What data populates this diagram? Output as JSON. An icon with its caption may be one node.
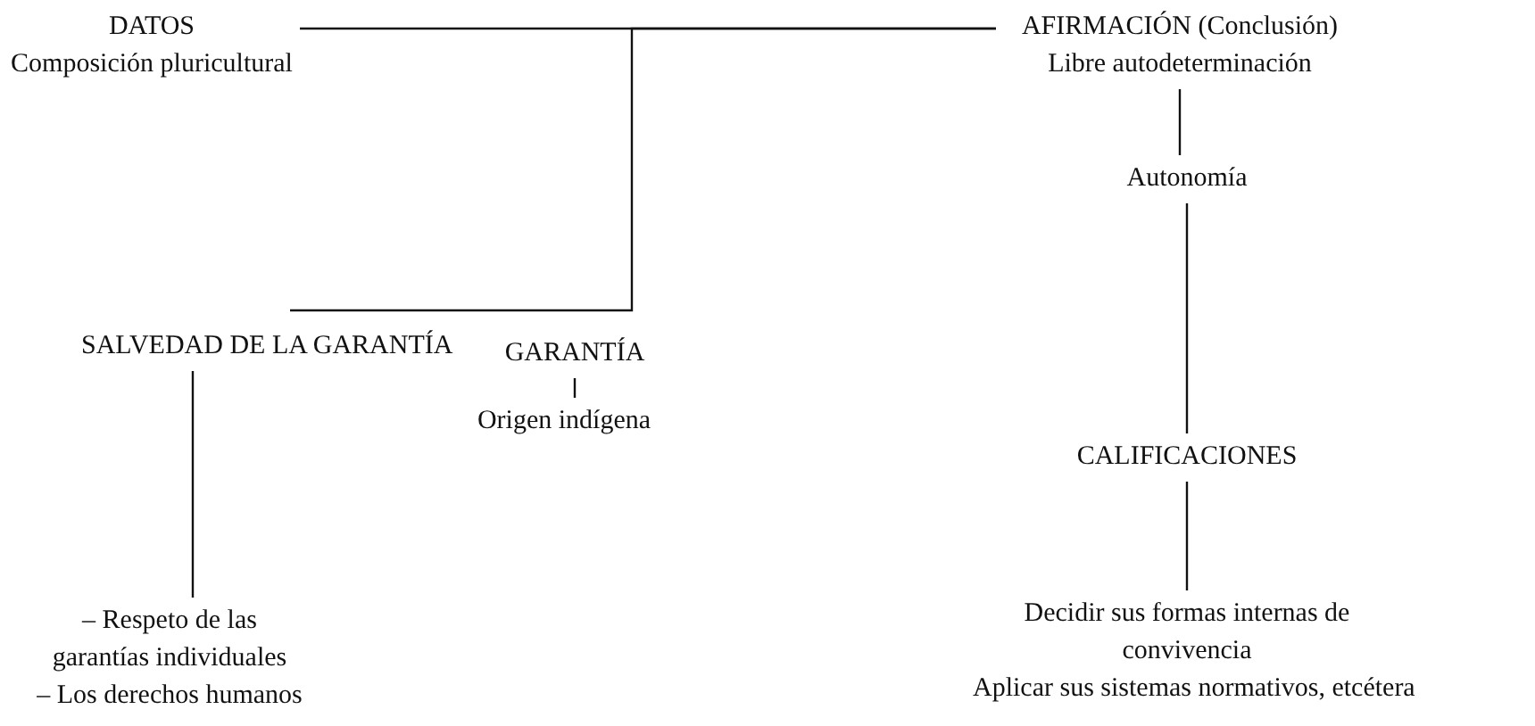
{
  "diagram": {
    "nodes": [
      {
        "text": [
          "DATOS",
          "Composición pluricultural"
        ]
      },
      {
        "text": [
          "AFIRMACIÓN (Conclusión)",
          "Libre autodeterminación"
        ]
      },
      {
        "text": [
          "Autonomía"
        ]
      },
      {
        "text": [
          "CALIFICACIONES"
        ]
      },
      {
        "text": [
          "Decidir sus formas internas de convivencia",
          "Aplicar sus sistemas normativos, etcétera"
        ]
      },
      {
        "text": [
          "SALVEDAD DE LA GARANTÍA"
        ]
      },
      {
        "text": [
          "– Respeto de las garantías individuales",
          "– Los derechos humanos"
        ]
      },
      {
        "text": [
          "GARANTÍA"
        ]
      },
      {
        "text": [
          "Origen indígena"
        ]
      }
    ],
    "edges": [
      {
        "from": 0,
        "to": 1,
        "arrow": "none"
      },
      {
        "from": 5,
        "to": 1,
        "arrow": "none"
      },
      {
        "from": 1,
        "to": 2,
        "arrow": "none"
      },
      {
        "from": 2,
        "to": 3,
        "arrow": "none"
      },
      {
        "from": 3,
        "to": 4,
        "arrow": "none"
      },
      {
        "from": 7,
        "to": 8,
        "arrow": "none"
      },
      {
        "from": 5,
        "to": 6,
        "arrow": "none"
      }
    ]
  }
}
